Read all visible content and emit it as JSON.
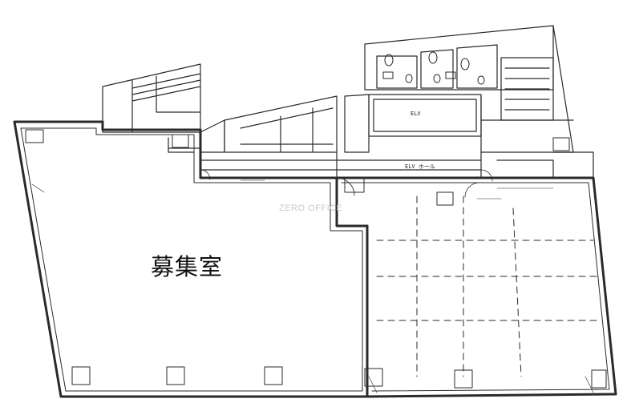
{
  "floorplan": {
    "vacancy_label": "募集室",
    "watermark": "ZERO OFFICE",
    "elevator_label": "ELV",
    "elevator_hall_label": "ELV ホール"
  },
  "colors": {
    "line": "#2a2a2a",
    "background": "#ffffff",
    "watermark": "#c8c8c8"
  }
}
